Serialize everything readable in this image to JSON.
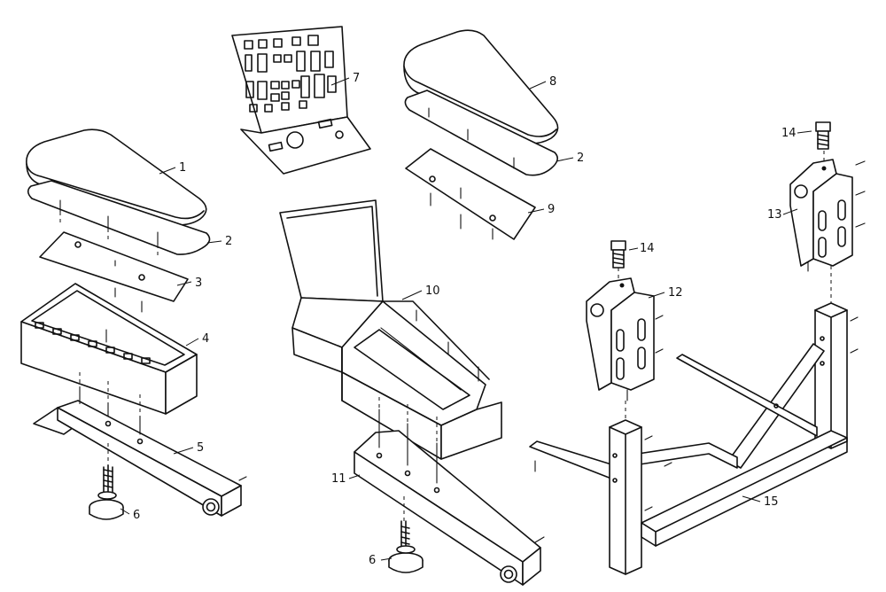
{
  "parts": [
    {
      "id": "part-1",
      "label": "1"
    },
    {
      "id": "part-2a",
      "label": "2"
    },
    {
      "id": "part-3",
      "label": "3"
    },
    {
      "id": "part-4",
      "label": "4"
    },
    {
      "id": "part-5",
      "label": "5"
    },
    {
      "id": "part-6a",
      "label": "6"
    },
    {
      "id": "part-7",
      "label": "7"
    },
    {
      "id": "part-8",
      "label": "8"
    },
    {
      "id": "part-2b",
      "label": "2"
    },
    {
      "id": "part-9",
      "label": "9"
    },
    {
      "id": "part-10",
      "label": "10"
    },
    {
      "id": "part-11",
      "label": "11"
    },
    {
      "id": "part-6b",
      "label": "6"
    },
    {
      "id": "part-14a",
      "label": "14"
    },
    {
      "id": "part-13",
      "label": "13"
    },
    {
      "id": "part-14b",
      "label": "14"
    },
    {
      "id": "part-12",
      "label": "12"
    },
    {
      "id": "part-15",
      "label": "15"
    }
  ]
}
